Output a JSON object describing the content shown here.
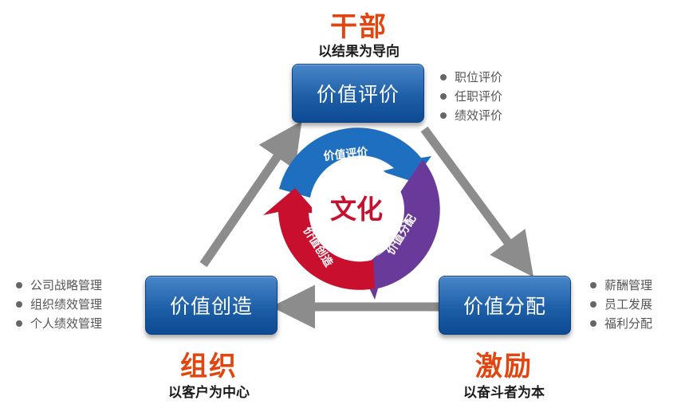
{
  "culture": {
    "center_label": "文化",
    "ring_labels": {
      "evaluation": "价值评价",
      "distribution": "价值分配",
      "creation": "价值创造"
    },
    "colors": {
      "blue": "#1f6fc1",
      "purple": "#6a3a9a",
      "red": "#c8102e"
    }
  },
  "top": {
    "heading": "干部",
    "subheading": "以结果为导向",
    "box_label": "价值评价",
    "bullets": [
      "职位评价",
      "任职评价",
      "绩效评价"
    ]
  },
  "left": {
    "heading": "组织",
    "subheading": "以客户为中心",
    "box_label": "价值创造",
    "bullets": [
      "公司战略管理",
      "组织绩效管理",
      "个人绩效管理"
    ]
  },
  "right": {
    "heading": "激励",
    "subheading": "以奋斗者为本",
    "box_label": "价值分配",
    "bullets": [
      "薪酬管理",
      "员工发展",
      "福利分配"
    ]
  },
  "colors": {
    "heading": "#e2450f",
    "box": "#1d5fa8",
    "arrow": "#8c8c8c"
  }
}
